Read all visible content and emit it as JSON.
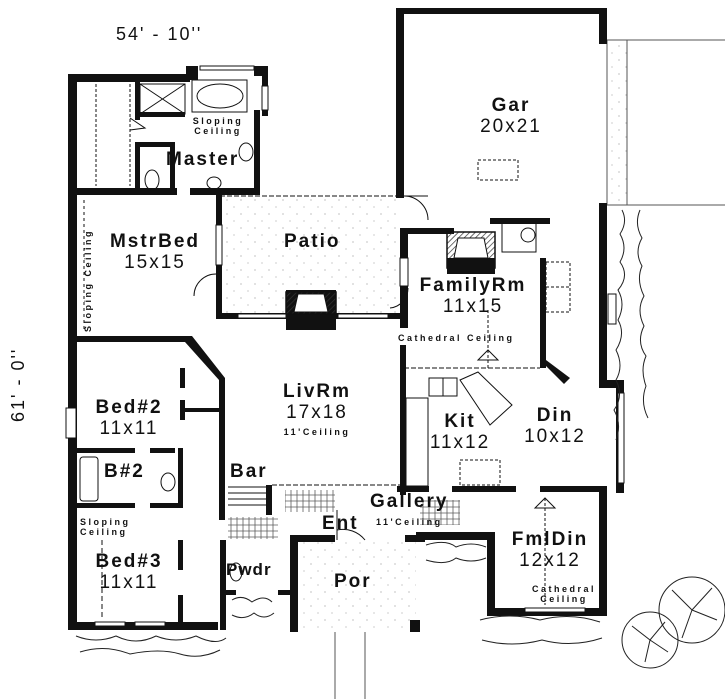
{
  "dimensions": {
    "width": "54' - 10''",
    "depth": "61' - 0''"
  },
  "rooms": {
    "garage": {
      "name": "Gar",
      "size": "20x21"
    },
    "master": {
      "name": "Master",
      "note": "Sloping\nCeiling"
    },
    "master_note_line1": "Sloping",
    "master_note_line2": "Ceiling",
    "master_bed": {
      "name": "MstrBed",
      "size": "15x15",
      "note": "Sloping Ceiling"
    },
    "patio": {
      "name": "Patio"
    },
    "family_room": {
      "name": "FamilyRm",
      "size": "11x15",
      "note": "Cathedral Ceiling"
    },
    "bed2": {
      "name": "Bed#2",
      "size": "11x11"
    },
    "living_room": {
      "name": "LivRm",
      "size": "17x18",
      "note": "11'Ceiling"
    },
    "kitchen": {
      "name": "Kit",
      "size": "11x12"
    },
    "dining": {
      "name": "Din",
      "size": "10x12"
    },
    "bath2": {
      "name": "B#2",
      "note1": "Sloping",
      "note2": "Ceiling"
    },
    "bar": {
      "name": "Bar"
    },
    "gallery": {
      "name": "Gallery",
      "note": "11'Ceiling"
    },
    "entry": {
      "name": "Ent"
    },
    "bed3": {
      "name": "Bed#3",
      "size": "11x11"
    },
    "powder": {
      "name": "Pwdr"
    },
    "porch": {
      "name": "Por"
    },
    "formal_dining": {
      "name": "FmlDin",
      "size": "12x12",
      "note1": "Cathedral",
      "note2": "Ceiling"
    }
  },
  "colors": {
    "wall": "#111111",
    "background": "#ffffff",
    "patio_fill": "#f6f6f4",
    "hatch": "#444444"
  }
}
